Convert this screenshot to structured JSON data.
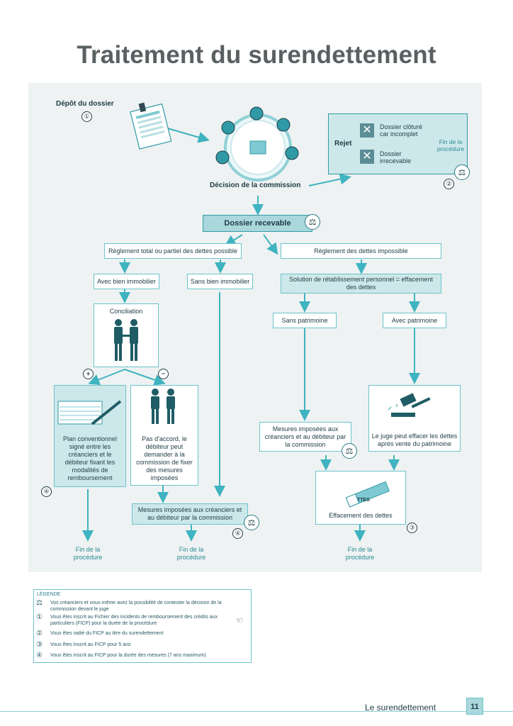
{
  "title": "Traitement du surendettement",
  "colors": {
    "accent": "#6cc3cc",
    "dark_accent": "#2f9aa6",
    "fill": "#cde8ea",
    "panel": "#eef2f2",
    "arrow": "#3fb3c0"
  },
  "flow": {
    "depot": "Dépôt du dossier",
    "depot_num": "①",
    "decision": "Décision de la commission",
    "rejet": {
      "label": "Rejet",
      "item1": "Dossier clôturé car incomplet",
      "item2": "Dossier irrecevable",
      "end": "Fin de la procédure",
      "num": "②"
    },
    "recevable": "Dossier recevable",
    "left_branch": "Règlement total ou partiel des dettes possible",
    "right_branch": "Règlement des dettes impossible",
    "avec_bien": "Avec bien immobilier",
    "sans_bien": "Sans bien immobilier",
    "conciliation": "Conciliation",
    "plus": "+",
    "minus": "−",
    "plan": "Plan conventionnel signé entre les créanciers et le débiteur fixant les modalités de remboursement",
    "plan_num": "④",
    "pas_accord": "Pas d'accord, le débiteur peut demander à la commission de fixer des mesures imposées",
    "mesures_left": "Mesures imposées aux créanciers et au débiteur par la commission",
    "mesures_left_num": "④",
    "fin1": "Fin de la procédure",
    "fin2": "Fin de la procédure",
    "solution": "Solution de rétablissement personnel = effacement des dettes",
    "sans_patrimoine": "Sans patrimoine",
    "avec_patrimoine": "Avec patrimoine",
    "mesures_right": "Mesures imposées aux créanciers et au débiteur par la commission",
    "juge": "Le juge peut effacer les dettes après vente du patrimoine",
    "effacement": "Effacement des dettes",
    "effacement_num": "③",
    "eraser_text": "TTES",
    "fin3": "Fin de la procédure"
  },
  "legend": {
    "title": "LÉGENDE",
    "items": [
      {
        "icon": "scales-icon",
        "text": "Vos créanciers et vous-même avez la possibilité de contester la décision de la commission devant le juge"
      },
      {
        "icon": "①",
        "text": "Vous êtes inscrit au Fichier des incidents de remboursement des crédits aux particuliers (FICP) pour la durée de la procédure"
      },
      {
        "icon": "②",
        "text": "Vous êtes radié du FICP au titre du surendettement"
      },
      {
        "icon": "③",
        "text": "Vous êtes inscrit au FICP pour 5 ans"
      },
      {
        "icon": "④",
        "text": "Vous êtes inscrit au FICP pour la durée des mesures (7 ans maximum)"
      }
    ]
  },
  "footer": {
    "text": "Le surendettement",
    "page": "11"
  }
}
